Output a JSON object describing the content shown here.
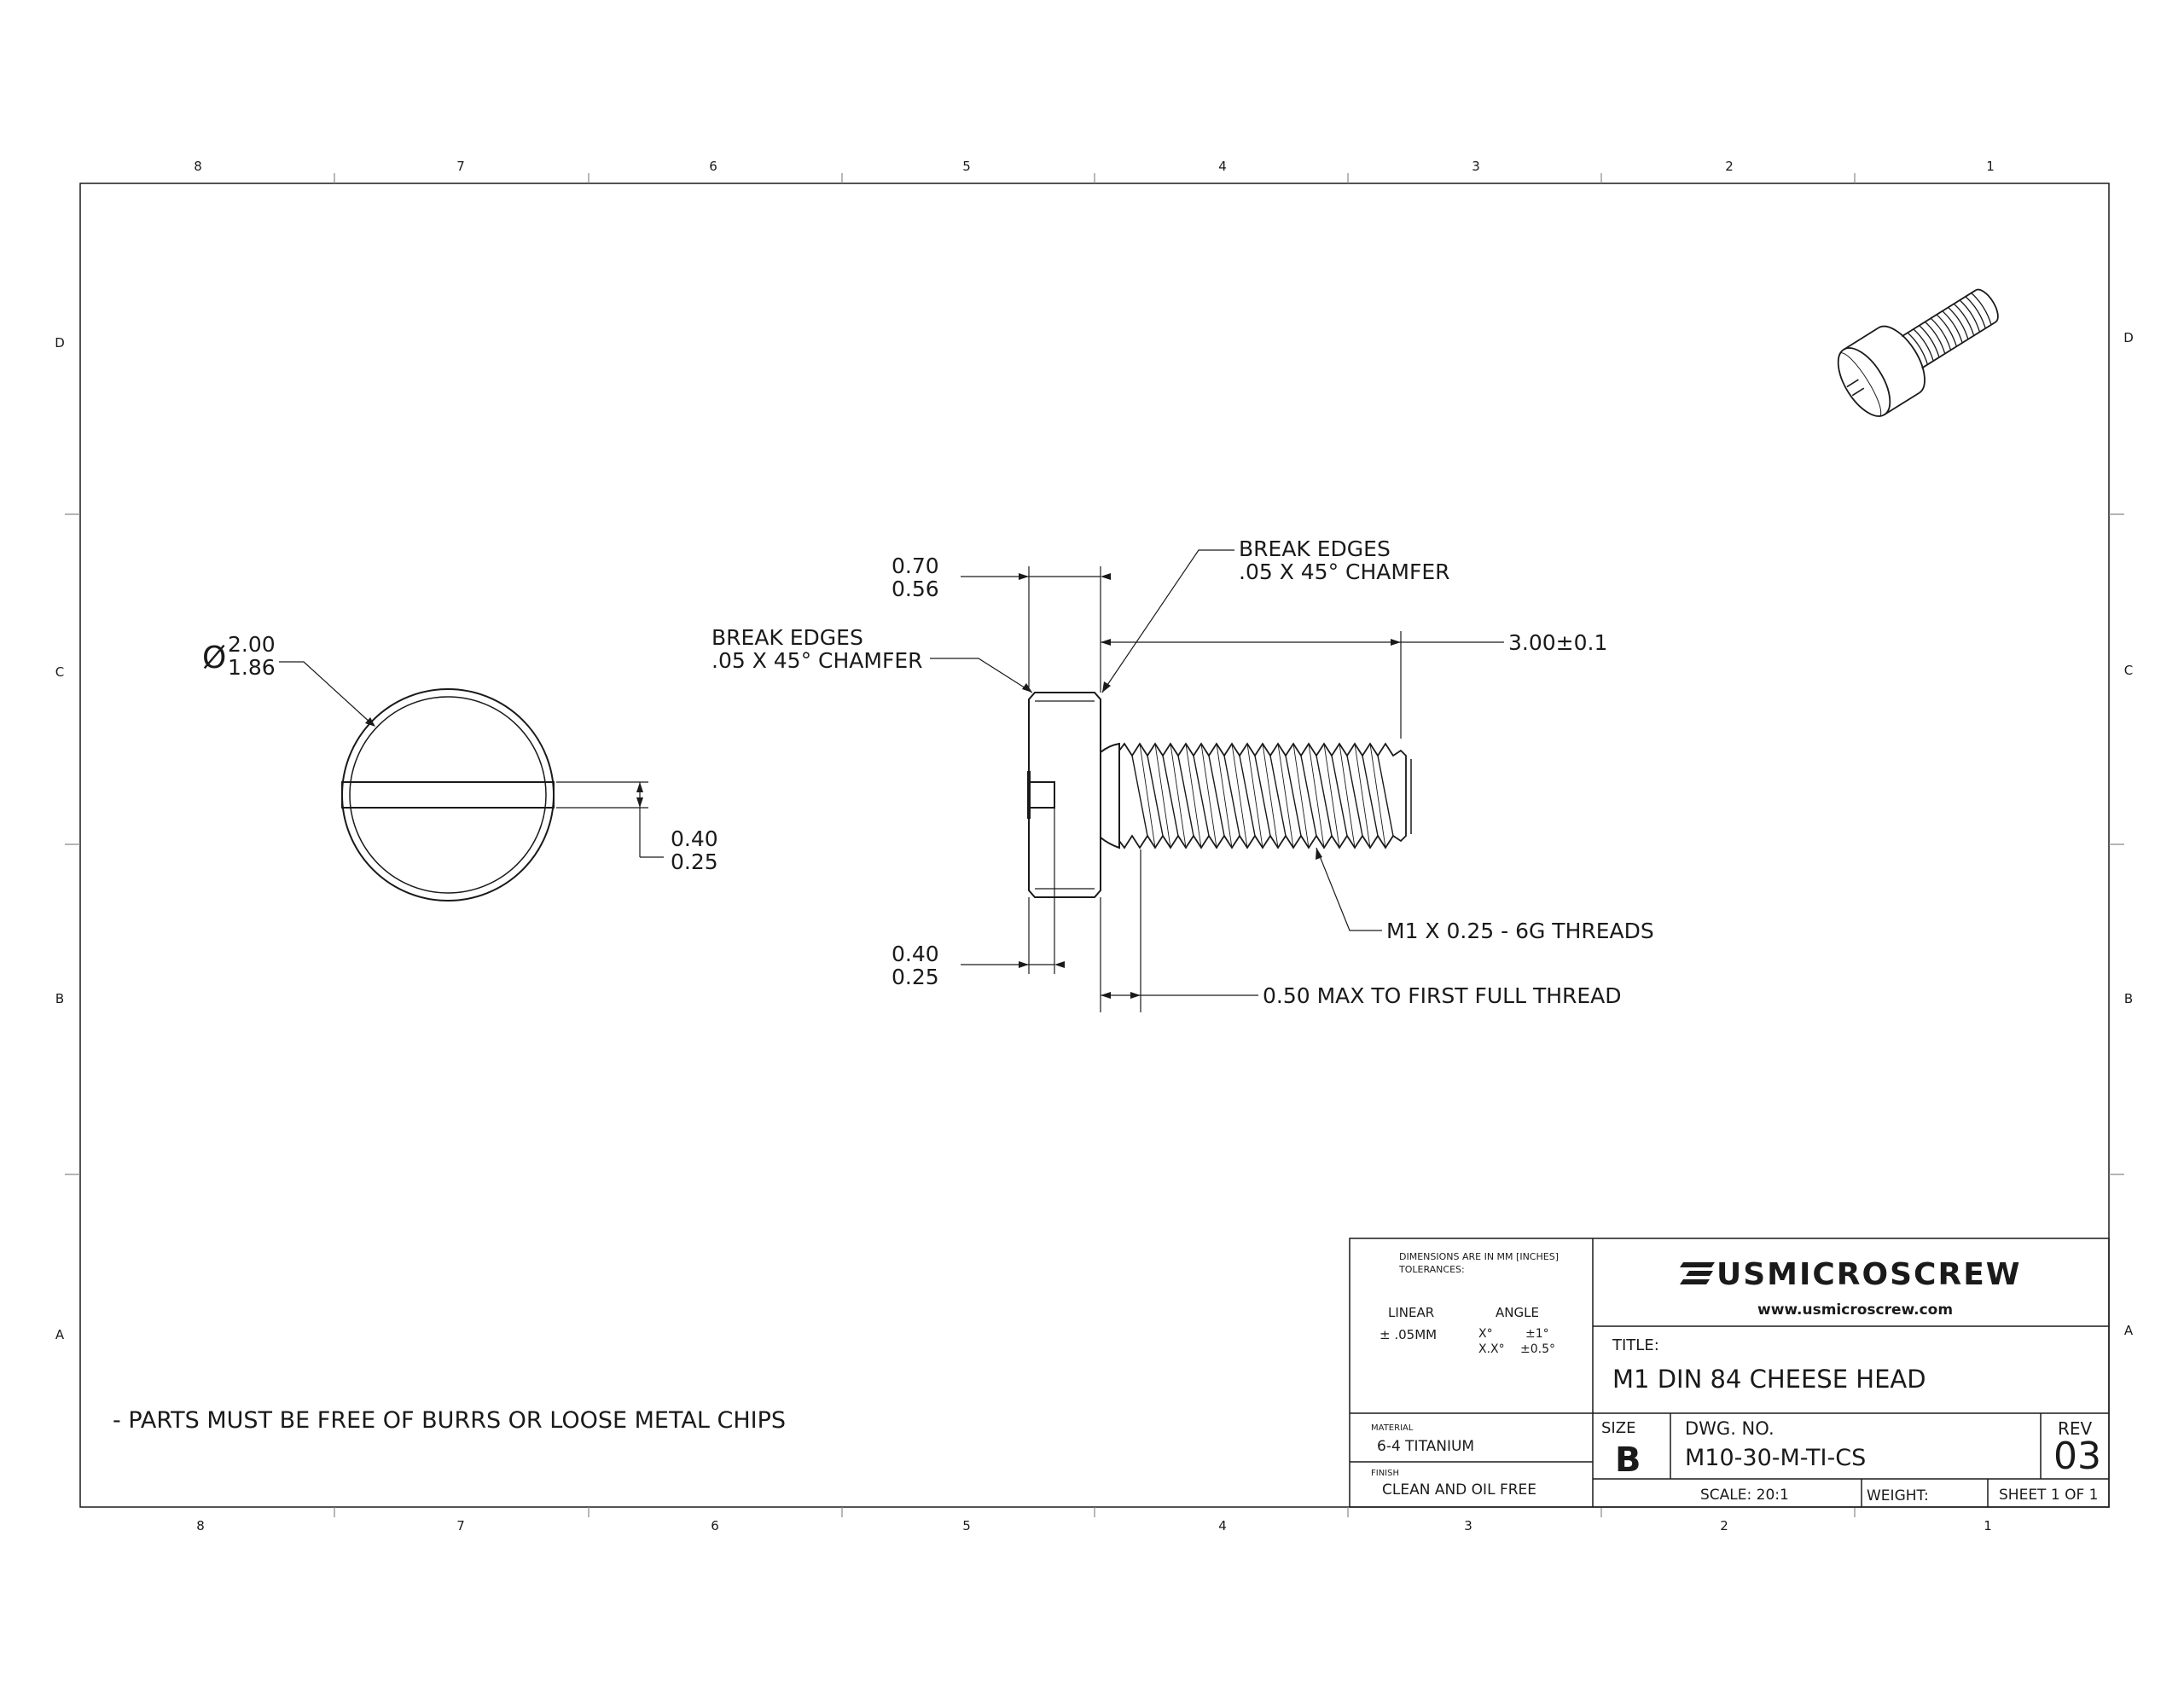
{
  "zones": {
    "columns": [
      "8",
      "7",
      "6",
      "5",
      "4",
      "3",
      "2",
      "1"
    ],
    "rows": [
      "D",
      "C",
      "B",
      "A"
    ]
  },
  "end_view": {
    "diameter_symbol": "Ø",
    "diameter_upper": "2.00",
    "diameter_lower": "1.86",
    "slot_upper": "0.40",
    "slot_lower": "0.25"
  },
  "side_view": {
    "head_height_upper": "0.70",
    "head_height_lower": "0.56",
    "left_chamfer_line1": "BREAK EDGES",
    "left_chamfer_line2": ".05 X 45° CHAMFER",
    "right_chamfer_line1": "BREAK EDGES",
    "right_chamfer_line2": ".05 X 45° CHAMFER",
    "length": "3.00±0.1",
    "thread_spec": "M1 X 0.25 - 6G THREADS",
    "slot_depth_upper": "0.40",
    "slot_depth_lower": "0.25",
    "thread_start": "0.50 MAX TO FIRST FULL THREAD"
  },
  "general_note": "- PARTS MUST BE FREE OF BURRS OR LOOSE METAL CHIPS",
  "title_block": {
    "dimensions_note_line1": "DIMENSIONS ARE IN MM [INCHES]",
    "dimensions_note_line2": "TOLERANCES:",
    "linear_label": "LINEAR",
    "linear_value": "± .05MM",
    "angle_label": "ANGLE",
    "angle_x": "X°",
    "angle_x_tol": "±1°",
    "angle_xx": "X.X°",
    "angle_xx_tol": "±0.5°",
    "material_label": "MATERIAL",
    "material_value": "6-4 TITANIUM",
    "finish_label": "FINISH",
    "finish_value": "CLEAN AND OIL FREE",
    "company_logo": "USMICROSCREW",
    "company_url": "www.usmicroscrew.com",
    "title_label": "TITLE:",
    "title_value": "M1 DIN 84 CHEESE HEAD",
    "size_label": "SIZE",
    "size_value": "B",
    "dwg_no_label": "DWG. NO.",
    "dwg_no_value": "M10-30-M-TI-CS",
    "rev_label": "REV",
    "rev_value": "03",
    "scale": "SCALE: 20:1",
    "weight": "WEIGHT:",
    "sheet": "SHEET 1 OF 1"
  }
}
